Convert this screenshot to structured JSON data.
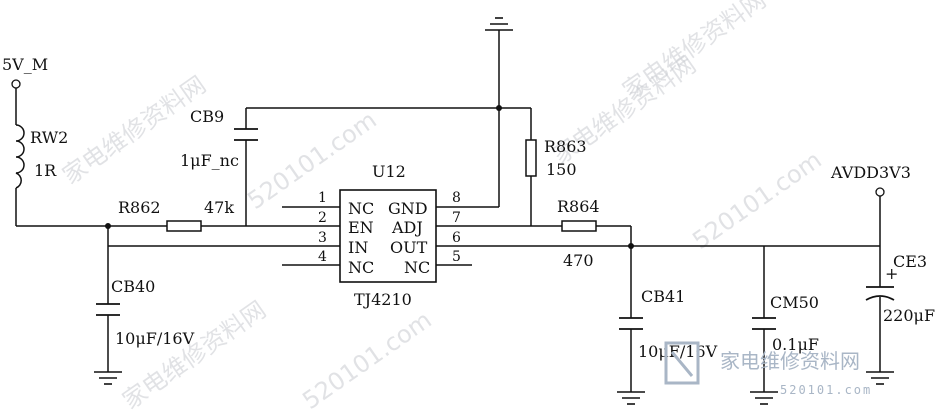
{
  "power": {
    "input_rail": "5V_M",
    "output_rail": "AVDD3V3"
  },
  "ic": {
    "ref": "U12",
    "part": "TJ4210",
    "pins": [
      {
        "num": "1",
        "name": "NC"
      },
      {
        "num": "2",
        "name": "EN"
      },
      {
        "num": "3",
        "name": "IN"
      },
      {
        "num": "4",
        "name": "NC"
      },
      {
        "num": "8",
        "name": "GND"
      },
      {
        "num": "7",
        "name": "ADJ"
      },
      {
        "num": "6",
        "name": "OUT"
      },
      {
        "num": "5",
        "name": "NC"
      }
    ]
  },
  "components": {
    "rw2": {
      "ref": "RW2",
      "value": "1R"
    },
    "cb9": {
      "ref": "CB9",
      "value": "1μF_nc"
    },
    "r862": {
      "ref": "R862",
      "value": "47k"
    },
    "r863": {
      "ref": "R863",
      "value": "150"
    },
    "r864": {
      "ref": "R864",
      "value": "470"
    },
    "cb40": {
      "ref": "CB40",
      "value": "10μF/16V"
    },
    "cb41": {
      "ref": "CB41",
      "value": "10μF/16V"
    },
    "cm50": {
      "ref": "CM50",
      "value": "0.1μF"
    },
    "ce3": {
      "ref": "CE3",
      "value": "220μF",
      "polarity": "+"
    }
  },
  "watermark": {
    "text": "家电维修资料网",
    "url": "520101.com",
    "logo_text": "家电维修资料网",
    "logo_url": "520101.com"
  }
}
